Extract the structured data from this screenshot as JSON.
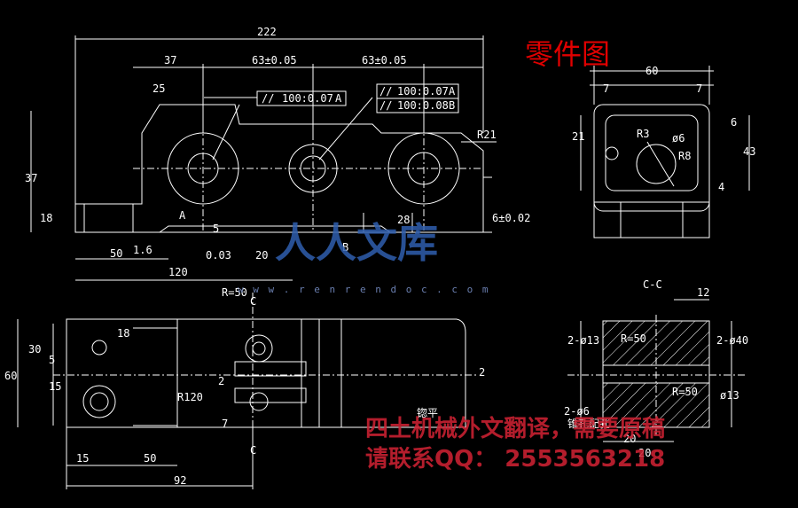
{
  "title": "零件图",
  "front_view": {
    "dims": {
      "total_length": "222",
      "d37": "37",
      "tol_a": "63±0.05",
      "tol_b": "63±0.05",
      "d25": "25",
      "d37v": "37",
      "d18": "18",
      "d50": "50",
      "d120": "120",
      "d20": "20",
      "d28": "28",
      "d5": "5",
      "height_tol": "6±0.02",
      "r21": "R21",
      "ra16": "1.6",
      "flat": "0.03"
    },
    "tolerance_frames": {
      "single": [
        "//",
        "100:0.07",
        "A"
      ],
      "stack": [
        [
          "//",
          "100:0.07",
          "A"
        ],
        [
          "//",
          "100:0.08",
          "B"
        ]
      ]
    },
    "labels": {
      "a": "A",
      "b": "B"
    }
  },
  "side_view": {
    "dims": {
      "w60": "60",
      "l7a": "7",
      "l7b": "7",
      "r3": "R3",
      "d6": "ø6",
      "r8": "R8",
      "d21": "21",
      "d6v": "6",
      "d43": "43",
      "d4": "4"
    }
  },
  "top_view": {
    "dims": {
      "d30": "30",
      "d5": "5",
      "d15": "15",
      "d60": "60",
      "d15b": "15",
      "d50": "50",
      "d92": "92",
      "r120": "R120",
      "d2a": "2",
      "d2b": "2",
      "d7": "7",
      "ra50": "R=50",
      "d18": "18",
      "c_a": "C",
      "c_b": "C"
    },
    "note": "锪平"
  },
  "section_view": {
    "title": "C-C",
    "dims": {
      "d12": "12",
      "d2p13": "2-ø13",
      "d2p40": "2-ø40",
      "ra50a": "R=50",
      "ra50b": "R=50",
      "d13": "ø13",
      "d20": "20",
      "d26": "2-ø6",
      "side": "锥孔配孔",
      "bottom": "20"
    }
  },
  "watermark": {
    "logo": "人人文库",
    "site": "w w w . r e n r e n d o c . c o m",
    "line1": "四土机械外文翻译，需要原稿",
    "line2": "请联系QQ： 2553563218"
  },
  "colors": {
    "line": "#ffffff",
    "dim": "#ffffff",
    "title": "#e00000",
    "watermark": "#cc2233"
  }
}
